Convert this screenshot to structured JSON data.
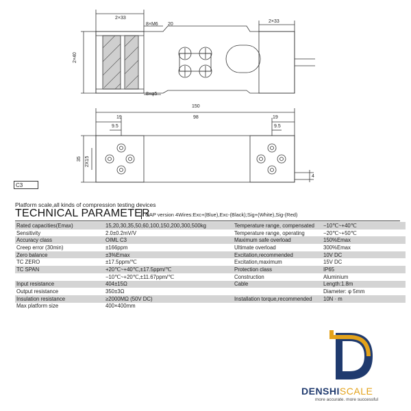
{
  "drawing": {
    "top_dims": {
      "left_2x33": "2×33",
      "m6": "8×M6",
      "m6_20": "20",
      "right_2x33": "2×33",
      "side_2x40": "2×40",
      "phi5": "8×φ5"
    },
    "side_dims": {
      "total": "150",
      "left_19": "19",
      "mid_98": "98",
      "right_19": "19",
      "left_9_5": "9.5",
      "right_9_5": "9.5",
      "h35": "35",
      "h2x15": "2X15",
      "r4": "4"
    }
  },
  "class_label": "C3",
  "subtitle": "Platform scale,all kinds of compression testing devices",
  "title": "TECHNICAL PARAMETER",
  "wiring_note": "OAP version 4Wires:Exc+(Blue),Exc-(Black);Sig+(White),Sig-(Red)",
  "specs": [
    [
      "Rated capacities(Emax)",
      "15,20,30,35,50,60,100,150,200,300,500kg",
      "Temperature range, compensated",
      "−10℃~+40℃"
    ],
    [
      "Sensitivity",
      "2.0±0.2mV/V",
      "Temperature range, operating",
      "−20℃~+50℃"
    ],
    [
      "Accuracy class",
      "OIML C3",
      "Maximum safe overload",
      "150%Emax"
    ],
    [
      "Creep error  (30min)",
      "±166ppm",
      "Ultimate overload",
      "300%Emax"
    ],
    [
      "Zero balance",
      "±3%Emax",
      "Excitation,recommended",
      "10V DC"
    ],
    [
      "TC ZERO",
      "±17.5ppm/℃",
      "Excitation,maximum",
      "15V DC"
    ],
    [
      "TC SPAN",
      "+20℃~+40℃,±17.5ppm/℃",
      "Protection class",
      "IP65"
    ],
    [
      "",
      "−10℃~+20℃,±11.67ppm/℃",
      "Construction",
      "Aluminium"
    ],
    [
      "Input resistance",
      "404±15Ω",
      "Cable",
      "Length:1.8m"
    ],
    [
      "Output resistance",
      "350±3Ω",
      "",
      "Diameter: φ 5mm"
    ],
    [
      "Insulation resistance",
      "≥2000MΩ  (50V DC)",
      "Installation torque,recommended",
      "10N · m"
    ],
    [
      "Max platform size",
      "400×400mm",
      "",
      ""
    ]
  ],
  "logo": {
    "word1": "DENSHI",
    "word2": "SCALE",
    "tagline": "more accurate. more successful",
    "colors": {
      "navy": "#1f3a6e",
      "gold": "#e3a21a"
    }
  }
}
